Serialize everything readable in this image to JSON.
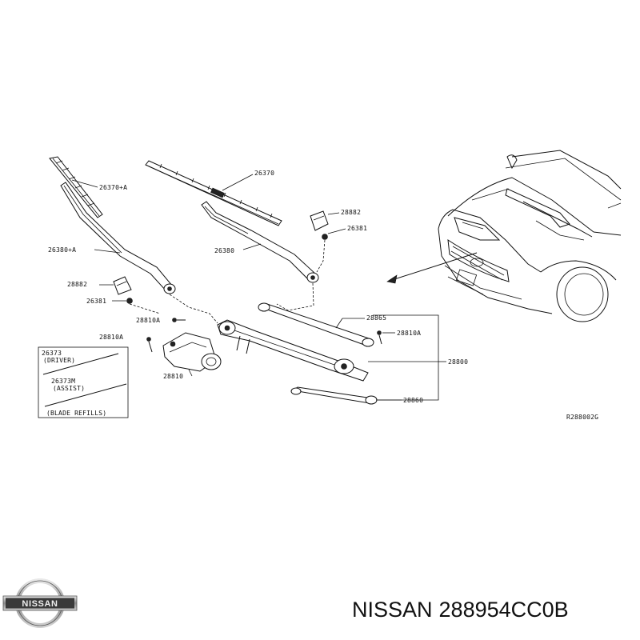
{
  "labels": {
    "blade_assist": "26370+A",
    "blade_driver": "26370",
    "cap_right": "28882",
    "nut_right": "26381",
    "arm_assist": "26380+A",
    "arm_driver": "26380",
    "cap_left": "28882",
    "nut_left": "26381",
    "bolt_a": "28810A",
    "link_rod": "28865",
    "bolt_b": "28810A",
    "bolt_c": "28810A",
    "linkage_assy": "28800",
    "motor": "28810",
    "rod_lower": "28860",
    "refill_driver_num": "26373",
    "refill_driver_desc": "(DRIVER)",
    "refill_assist_num": "26373M",
    "refill_assist_desc": "(ASSIST)",
    "refill_box_title": "(BLADE REFILLS)",
    "ref_code": "R288002G"
  },
  "footer": {
    "brand": "NISSAN",
    "part_number": "288954CC0B"
  },
  "logo": {
    "text": "NISSAN"
  }
}
